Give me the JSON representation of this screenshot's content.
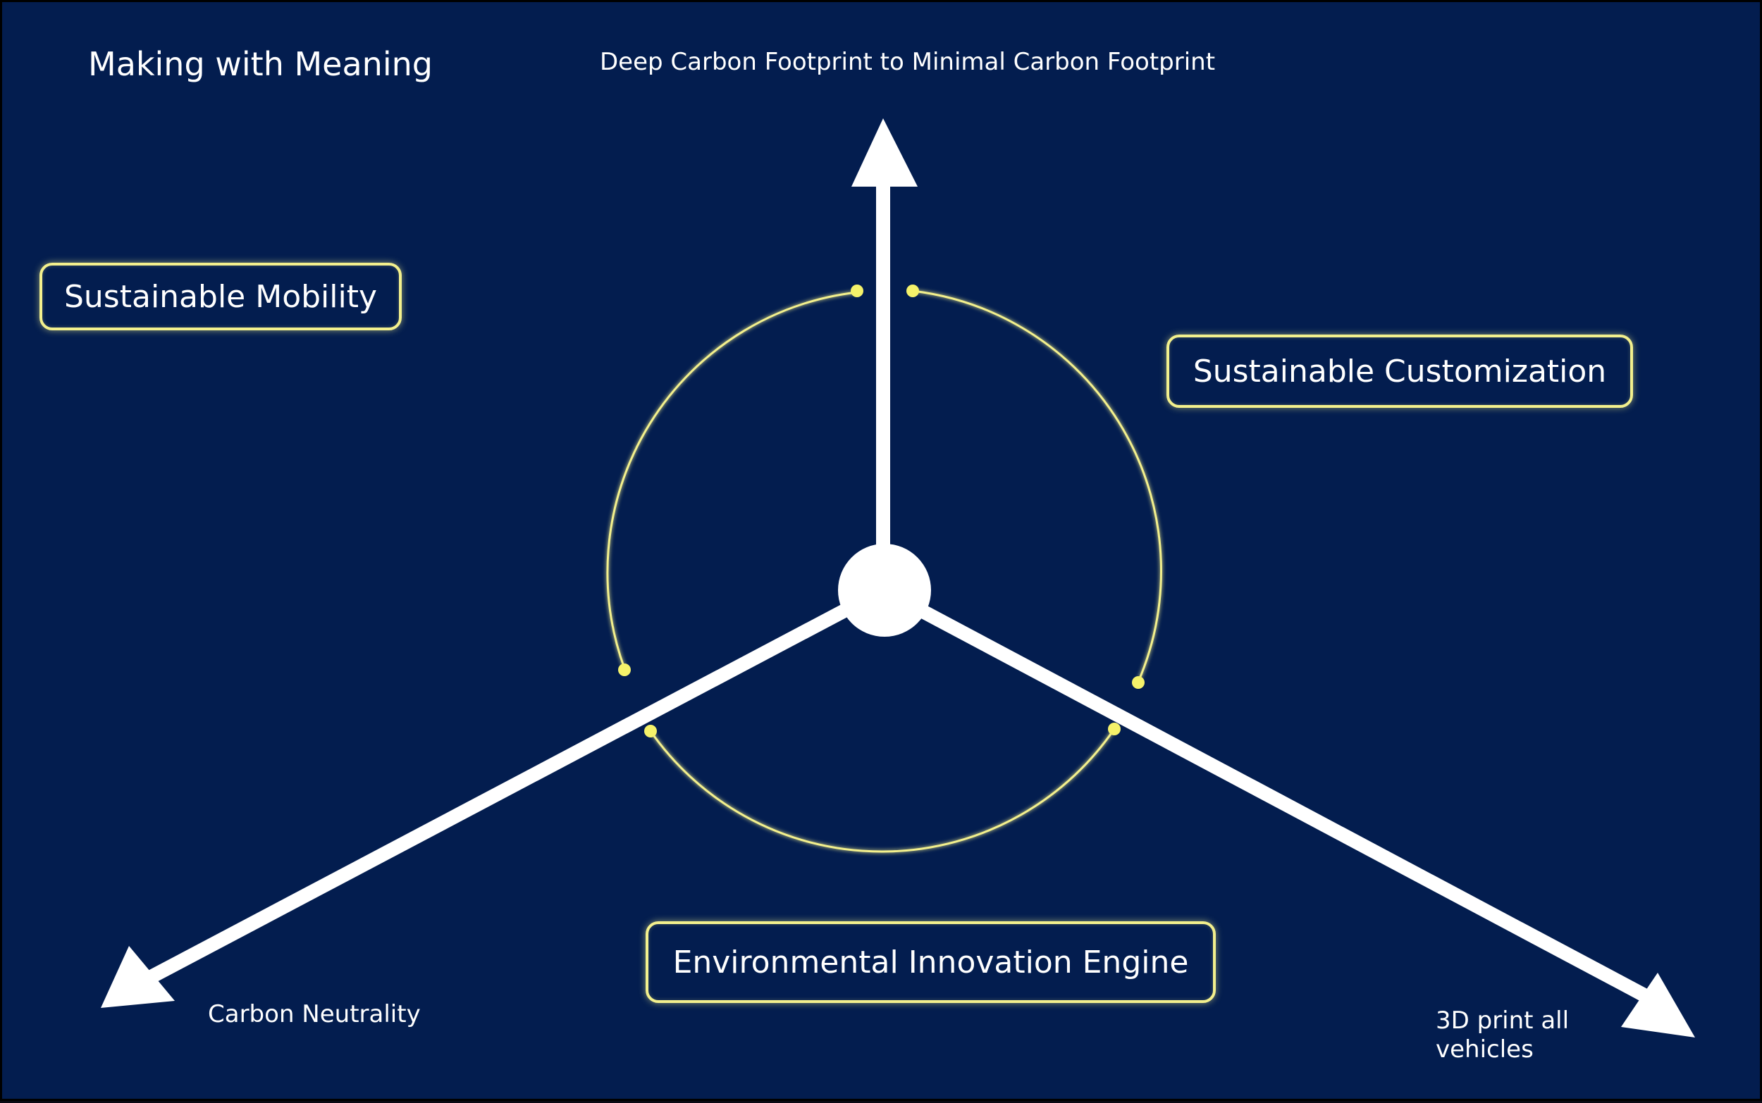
{
  "title": "Making with Meaning",
  "axes": {
    "top": "Deep Carbon Footprint to Minimal Carbon Footprint",
    "left": "Carbon Neutrality",
    "right": "3D print all vehicles"
  },
  "boxes": {
    "mobility": "Sustainable Mobility",
    "customization": "Sustainable Customization",
    "engine": "Environmental Innovation Engine"
  },
  "colors": {
    "background": "#031d4f",
    "arrow": "#ffffff",
    "accent": "#f3f08d",
    "dot": "#f5f26a",
    "text": "#ffffff"
  }
}
